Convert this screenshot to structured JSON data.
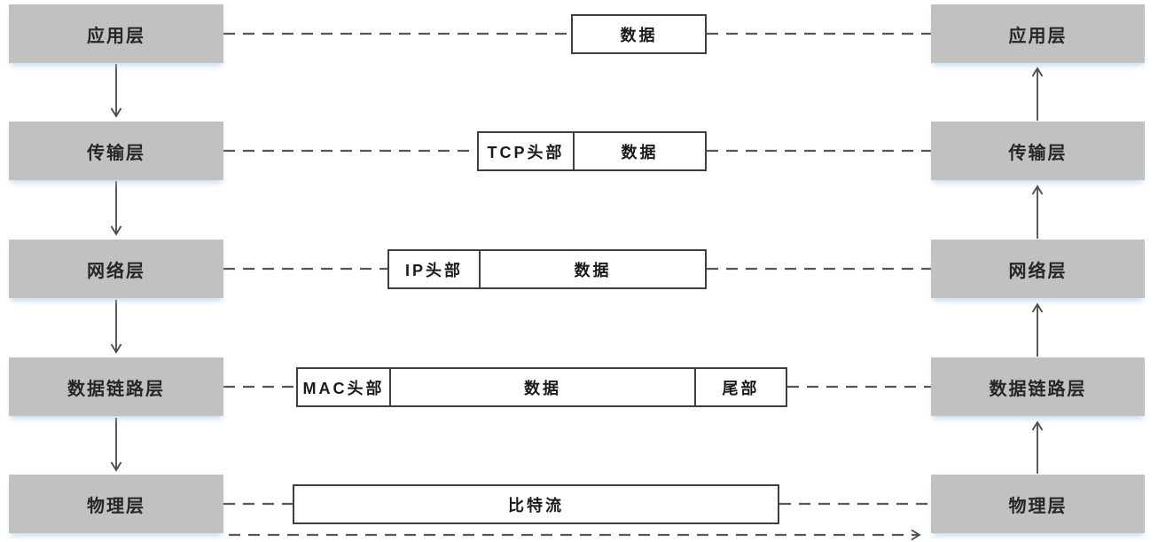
{
  "diagram_type": "network-layer-encapsulation",
  "colors": {
    "layer_box_fill": "#c1c1c1",
    "layer_box_text": "#262626",
    "packet_box_border": "#3f3f3f",
    "packet_box_fill": "#ffffff",
    "connector_line": "#575757",
    "background": "#ffffff"
  },
  "sender_stack": {
    "arrow_direction": "down",
    "layers": [
      "应用层",
      "传输层",
      "网络层",
      "数据链路层",
      "物理层"
    ]
  },
  "receiver_stack": {
    "arrow_direction": "up",
    "layers": [
      "应用层",
      "传输层",
      "网络层",
      "数据链路层",
      "物理层"
    ]
  },
  "encapsulation_rows": [
    {
      "segments": [
        "数据"
      ]
    },
    {
      "segments": [
        "TCP头部",
        "数据"
      ]
    },
    {
      "segments": [
        "IP头部",
        "数据"
      ]
    },
    {
      "segments": [
        "MAC头部",
        "数据",
        "尾部"
      ]
    },
    {
      "segments": [
        "比特流"
      ]
    }
  ]
}
